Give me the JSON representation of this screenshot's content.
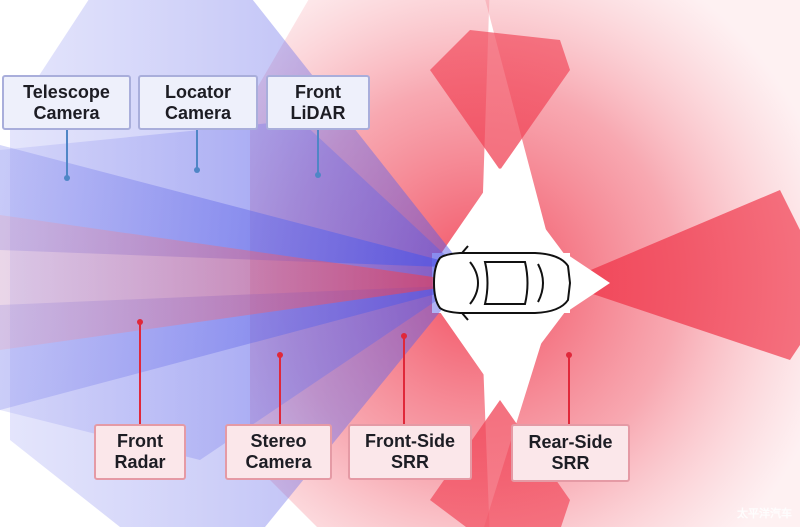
{
  "sensors": {
    "telescope_camera": "Telescope\nCamera",
    "locator_camera": "Locator\nCamera",
    "front_lidar": "Front\nLiDAR",
    "front_radar": "Front\nRadar",
    "stereo_camera": "Stereo\nCamera",
    "front_side_srr": "Front-Side\nSRR",
    "rear_side_srr": "Rear-Side\nSRR"
  },
  "watermark": "太平洋汽车",
  "colors": {
    "camera_blue": "#5a5ee8",
    "radar_red": "#f03a4e",
    "label_blue_border": "#a9aedb",
    "label_red_border": "#e59aa5",
    "pointer_blue": "#4f86c6",
    "pointer_red": "#e0283a"
  }
}
